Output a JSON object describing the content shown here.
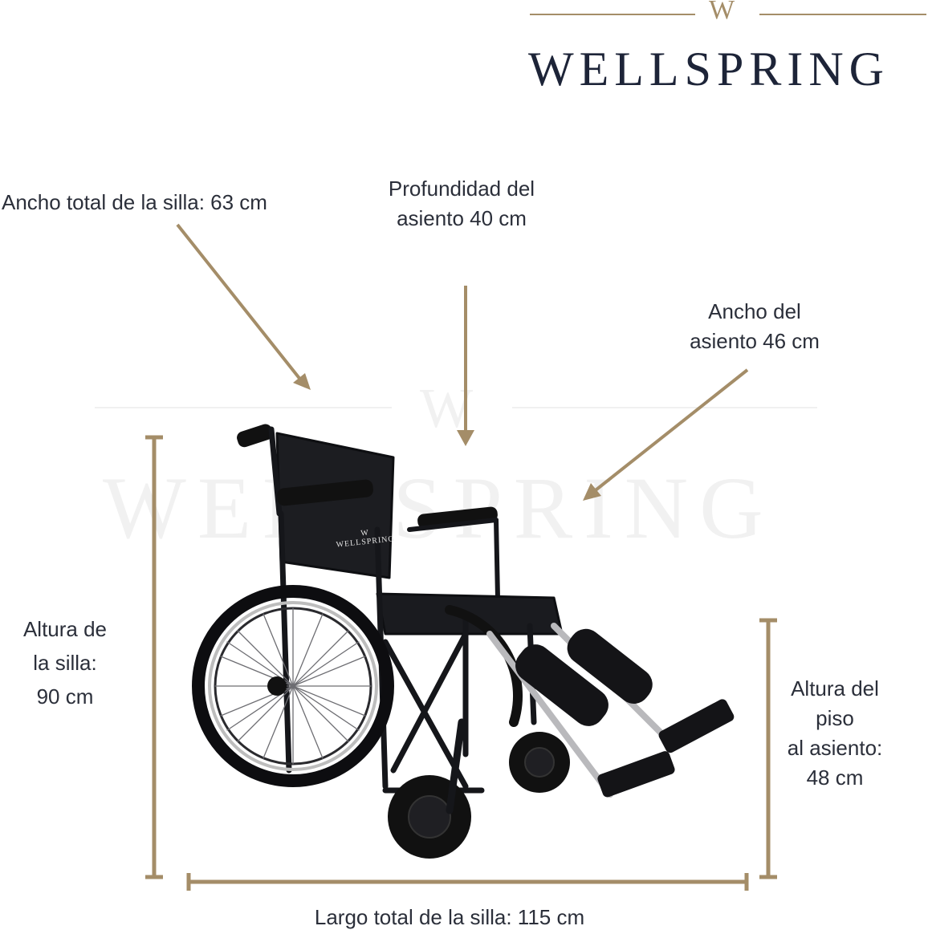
{
  "brand": {
    "name": "WELLSPRING",
    "monogram": "W"
  },
  "labels": {
    "overall_width": "Ancho total de la silla: 63 cm",
    "seat_depth": "Profundidad del\n asiento 40 cm",
    "seat_width": "Ancho del\nasiento 46 cm",
    "chair_height": "Altura de\nla silla:\n90 cm",
    "floor_to_seat": "Altura del\npiso\nal asiento:\n48 cm",
    "overall_length": "Largo total de la silla: 115 cm"
  },
  "product_badge": "WELLSPRING",
  "colors": {
    "accent": "#a48d68",
    "brand_text": "#1d2438",
    "chair": "#15161a"
  },
  "icons": [
    "arrow-down-right-icon",
    "arrow-down-icon",
    "arrow-down-left-icon",
    "wheelchair-icon"
  ]
}
